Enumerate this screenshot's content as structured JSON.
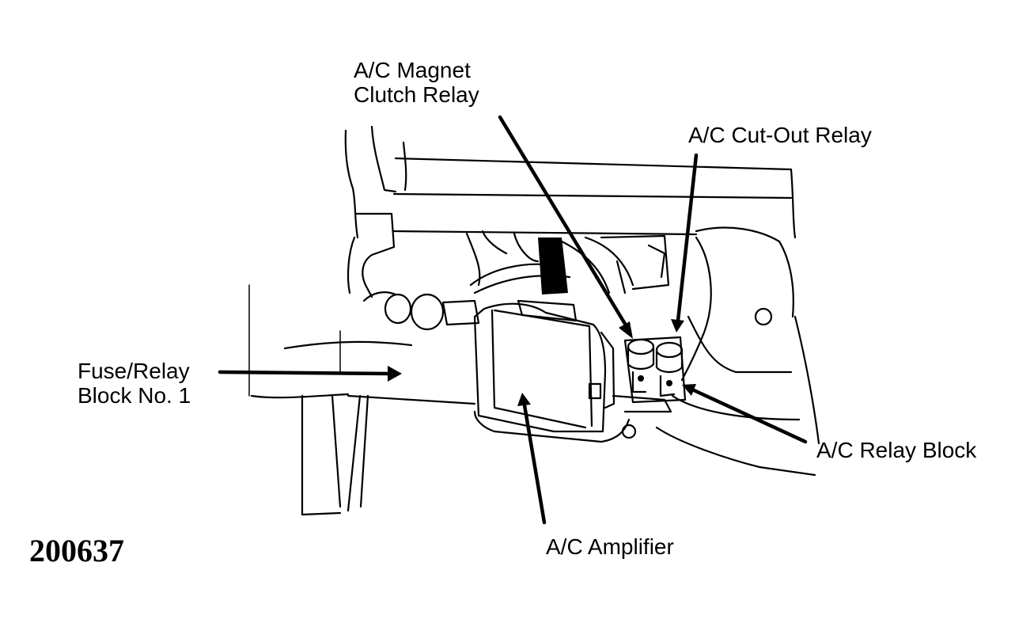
{
  "labels": {
    "magnet_clutch_relay": [
      "A/C Magnet",
      "Clutch Relay"
    ],
    "cut_out_relay": "A/C Cut-Out Relay",
    "fuse_relay_block": [
      "Fuse/Relay",
      "Block No. 1"
    ],
    "relay_block": "A/C Relay Block",
    "amplifier": "A/C Amplifier"
  },
  "figure_number": "200637"
}
